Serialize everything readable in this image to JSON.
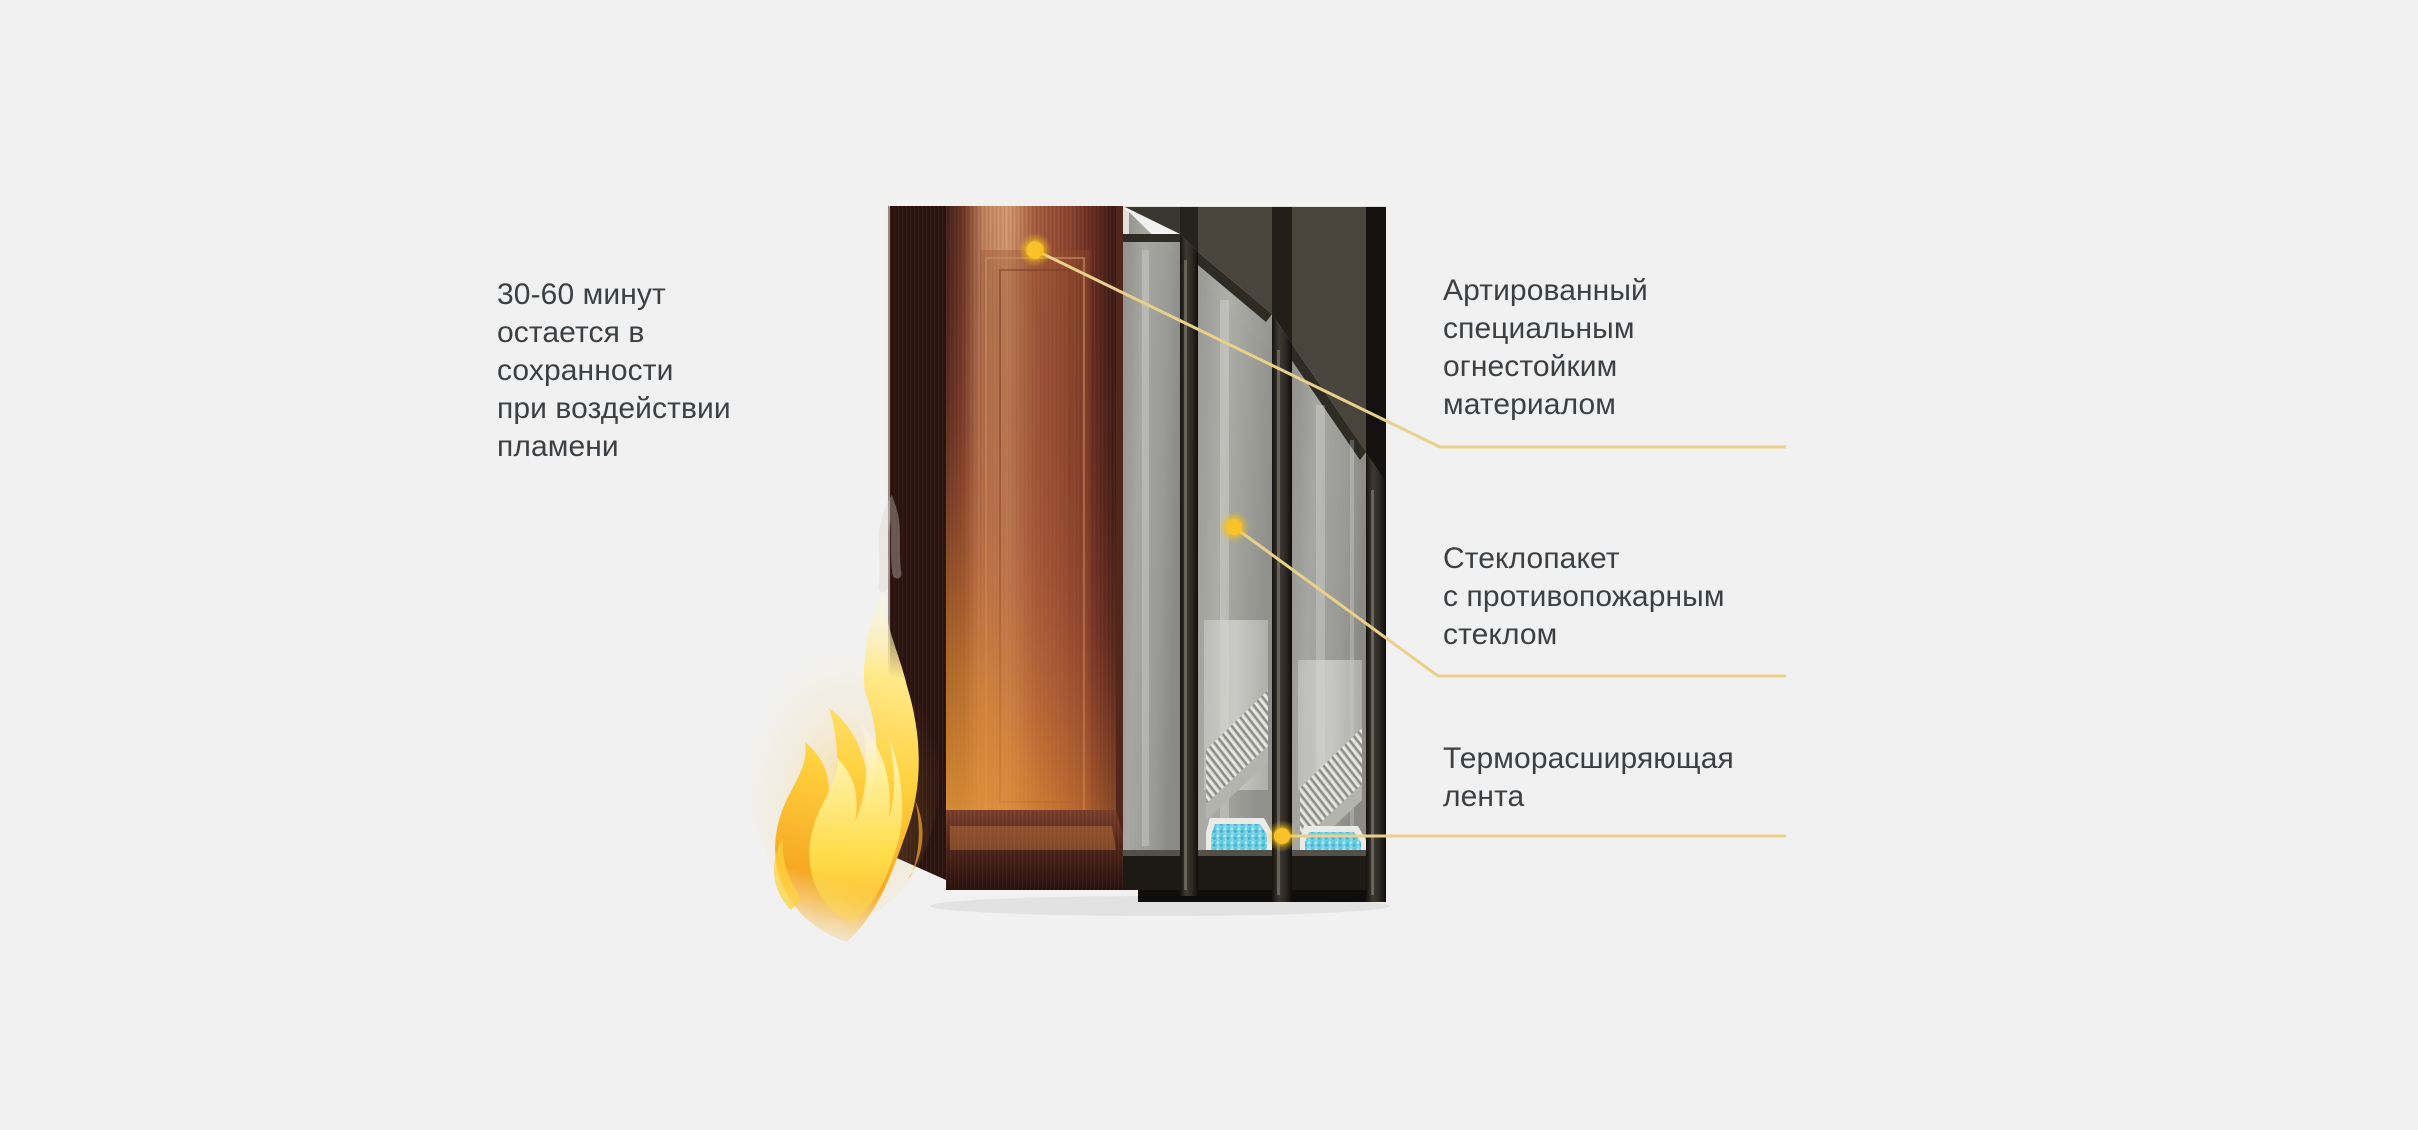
{
  "background_color": "#f1f1f1",
  "text_color": "#3c4043",
  "accent_color": "#f5c518",
  "left_caption": {
    "text": "30-60 минут\nостается в\nсохранности\nпри воздействии\nпламени"
  },
  "callouts": [
    {
      "id": "fire-resistant-material",
      "text": "Артированный\nспециальным\nогнестойким\nматериалом",
      "dot_color": "#f9c22b",
      "line_color": "#efd98a"
    },
    {
      "id": "fireproof-glass-unit",
      "text": "Стеклопакет\nс противопожарным\nстеклом",
      "dot_color": "#f9c22b",
      "line_color": "#efd98a"
    },
    {
      "id": "intumescent-tape",
      "text": "Терморасширяющая\nлента",
      "dot_color": "#f9c22b",
      "line_color": "#efd98a"
    }
  ],
  "illustration": {
    "name": "fire-rated-window-cutaway",
    "frame_wood_dark": "#4a2620",
    "frame_wood_mid": "#8c4a32",
    "frame_wood_light": "#c98a5e",
    "frame_glow": "#e2912f",
    "glass_fill": "#9c9c99",
    "glass_edge_dark": "#39352f",
    "spacer_metal": "#d8d8d4",
    "desiccant_blue": "#63c8e0",
    "flame_outer": "#f3a712",
    "flame_inner": "#ffe14d"
  }
}
